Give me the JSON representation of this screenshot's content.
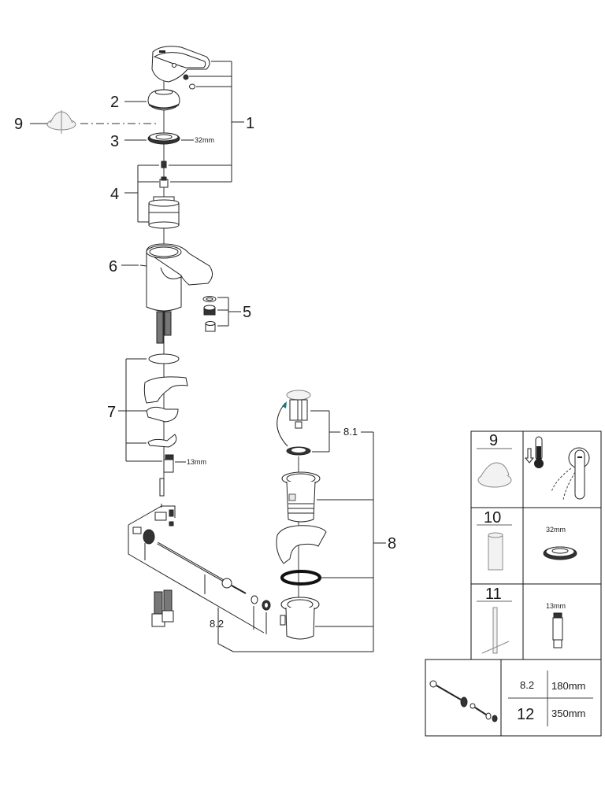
{
  "diagram": {
    "type": "exploded-parts-diagram",
    "subject": "single-lever basin mixer faucet",
    "callouts": [
      {
        "id": "1",
        "label": "1"
      },
      {
        "id": "2",
        "label": "2"
      },
      {
        "id": "3",
        "label": "3",
        "dimension": "32mm"
      },
      {
        "id": "4",
        "label": "4"
      },
      {
        "id": "5",
        "label": "5"
      },
      {
        "id": "6",
        "label": "6"
      },
      {
        "id": "7",
        "label": "7",
        "dimension": "13mm"
      },
      {
        "id": "8",
        "label": "8"
      },
      {
        "id": "8.1",
        "label": "8.1"
      },
      {
        "id": "8.2",
        "label": "8.2"
      },
      {
        "id": "9",
        "label": "9"
      }
    ]
  },
  "legend_table": {
    "rows": [
      {
        "number": "9",
        "right_description": "thermometer-lever-icon"
      },
      {
        "number": "10",
        "right_dimension": "32mm"
      },
      {
        "number": "11",
        "right_dimension": "13mm"
      }
    ],
    "pop_up_rod": {
      "rows": [
        {
          "part": "8.2",
          "length": "180mm"
        },
        {
          "part": "12",
          "length": "350mm"
        }
      ]
    }
  }
}
